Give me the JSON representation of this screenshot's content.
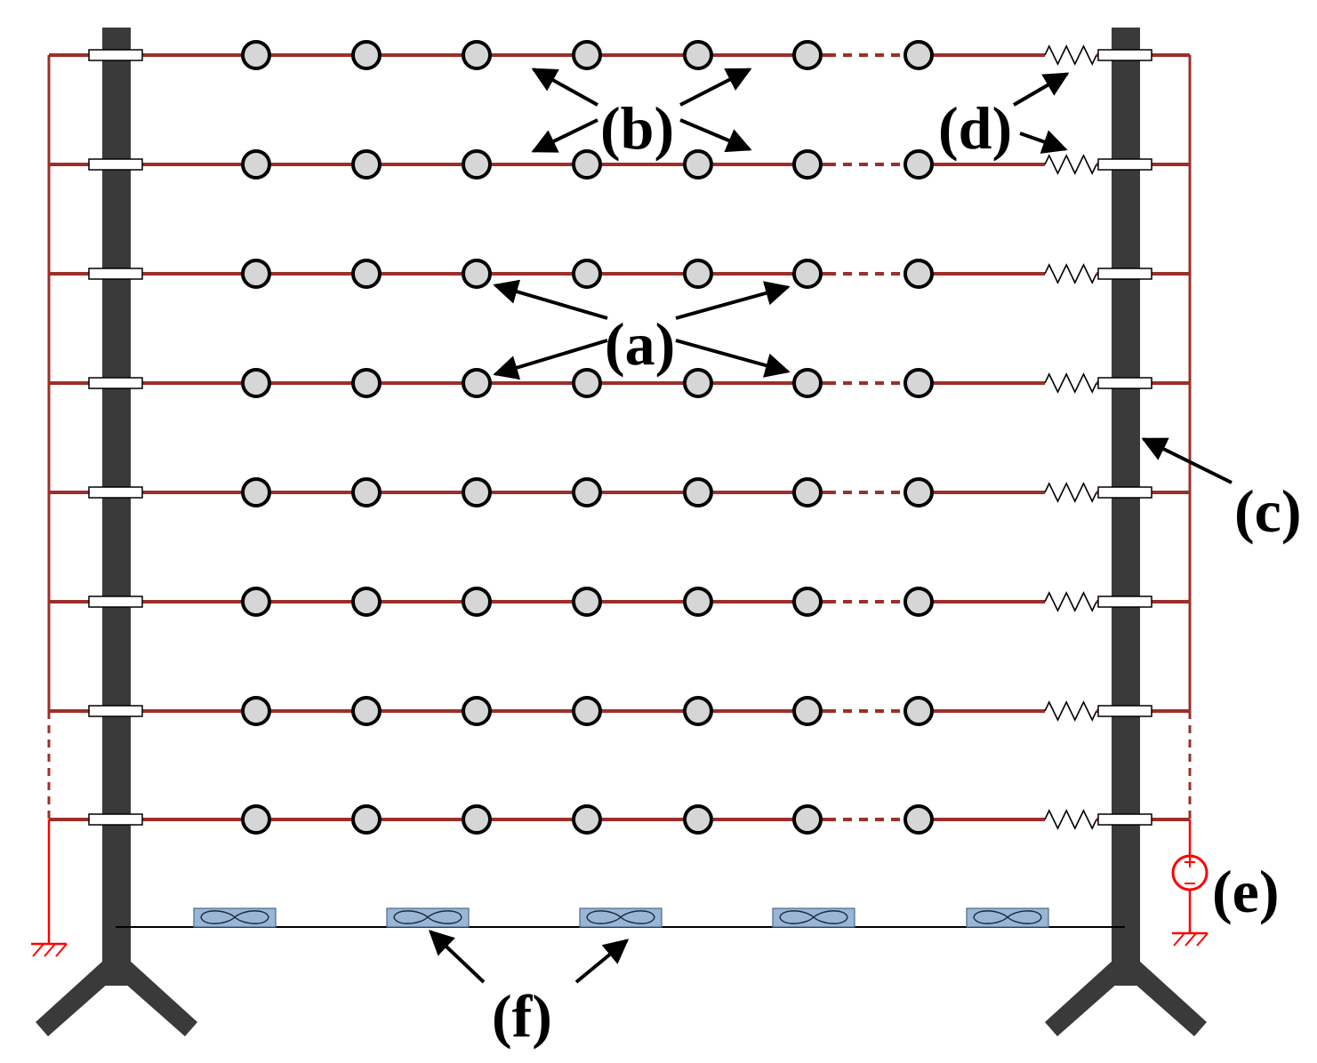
{
  "callouts": {
    "a": "(a)",
    "b": "(b)",
    "c": "(c)",
    "d": "(d)",
    "e": "(e)",
    "f": "(f)"
  },
  "colors": {
    "wire": "#9b2f2a",
    "post": "#3a3a3a",
    "bead_fill": "#d6d6d6",
    "source_ground": "#ff0000",
    "sensor_fill": "#9ab6d6",
    "sensor_stroke": "#4a6b8a",
    "arrow": "#000000"
  },
  "icons": {
    "bead": "circle-node",
    "resistor": "zigzag-resistor",
    "insulator": "rectangular-insulator",
    "ground": "ground-symbol",
    "source": "current-source-symbol",
    "sensor": "figure-eight-sensor-coil"
  }
}
